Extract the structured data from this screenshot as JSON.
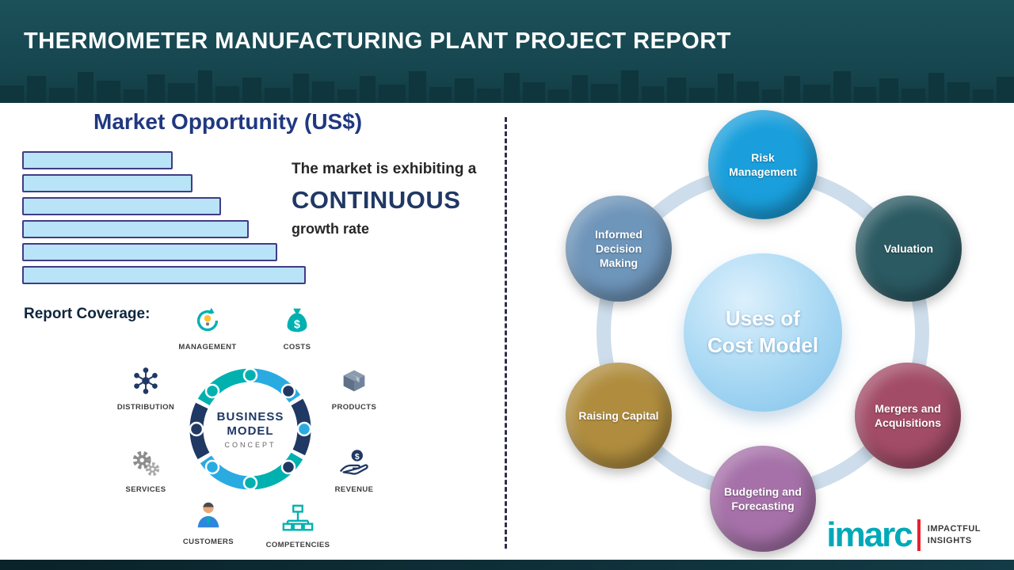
{
  "header": {
    "title": "THERMOMETER MANUFACTURING PLANT PROJECT REPORT"
  },
  "market": {
    "title": "Market Opportunity (US$)",
    "line1": "The market is exhibiting a",
    "highlight": "CONTINUOUS",
    "line3": "growth rate"
  },
  "chart_data": {
    "type": "bar",
    "orientation": "horizontal",
    "title": "Market Opportunity (US$)",
    "values": [
      53,
      60,
      70,
      80,
      90,
      100
    ],
    "value_scale": "relative bar lengths (no axis labels shown)",
    "annotation": "The market is exhibiting a CONTINUOUS growth rate",
    "bar_fill": "#b9e3f7",
    "bar_border": "#413c85",
    "grid": false,
    "legend": false
  },
  "report_coverage": {
    "label": "Report Coverage:",
    "business_model": {
      "center_line1": "BUSINESS",
      "center_line2": "MODEL",
      "center_line3": "CONCEPT",
      "items": [
        {
          "label": "MANAGEMENT",
          "icon": "recycle-bulb-icon"
        },
        {
          "label": "COSTS",
          "icon": "money-bag-icon"
        },
        {
          "label": "DISTRIBUTION",
          "icon": "network-nodes-icon"
        },
        {
          "label": "PRODUCTS",
          "icon": "package-box-icon"
        },
        {
          "label": "SERVICES",
          "icon": "gears-icon"
        },
        {
          "label": "REVENUE",
          "icon": "hand-coin-icon"
        },
        {
          "label": "CUSTOMERS",
          "icon": "person-icon"
        },
        {
          "label": "COMPETENCIES",
          "icon": "org-chart-icon"
        }
      ]
    }
  },
  "cost_model": {
    "center_line1": "Uses of",
    "center_line2": "Cost Model",
    "nodes": [
      {
        "label": "Risk Management",
        "color": "#1a9fdc"
      },
      {
        "label": "Valuation",
        "color": "#2b5a63"
      },
      {
        "label": "Mergers and Acquisitions",
        "color": "#a34c68"
      },
      {
        "label": "Budgeting and Forecasting",
        "color": "#a671a9"
      },
      {
        "label": "Raising Capital",
        "color": "#b08d3e"
      },
      {
        "label": "Informed Decision Making",
        "color": "#6e95ba"
      }
    ]
  },
  "logo": {
    "brand": "imarc",
    "tagline_line1": "IMPACTFUL",
    "tagline_line2": "INSIGHTS"
  },
  "colors": {
    "header_background": "#16454e",
    "section_title": "#1f3880",
    "highlight_text": "#203864",
    "ring_light_blue": "#cdddeb",
    "brand_teal": "#00a9b8",
    "brand_red": "#e8212e"
  }
}
